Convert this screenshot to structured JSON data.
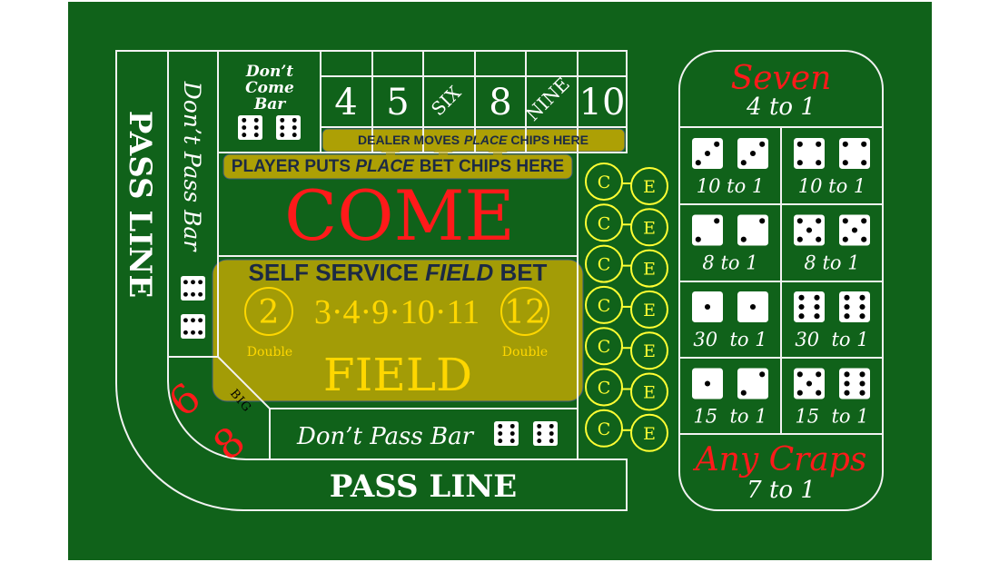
{
  "colors": {
    "felt": "#10621a",
    "line": "#f2f2f2",
    "yellow": "#ffff33",
    "red": "#ff1a1a",
    "overlay": "#d4b000",
    "overlay_text": "#1c2a44"
  },
  "pass_line_left": "PASS LINE",
  "pass_line_bottom": "PASS LINE",
  "dont_pass_bar_left": "Don’t Pass Bar",
  "dont_pass_bar_bottom": "Don’t Pass Bar",
  "dont_come_bar": [
    "Don’t",
    "Come",
    "Bar"
  ],
  "place_numbers": [
    "4",
    "5",
    "SIX",
    "8",
    "NINE",
    "10"
  ],
  "come": "COME",
  "field": {
    "numbers": "3·4·9·10·11",
    "left_circle": "2",
    "right_circle": "12",
    "left_note": "Double",
    "right_note": "Double",
    "label": "FIELD"
  },
  "big_six_eight": {
    "six": "6",
    "eight": "8",
    "big": "BIG"
  },
  "ce_circles": {
    "c": "C",
    "e": "E",
    "count": 7
  },
  "seven": {
    "label": "Seven",
    "odds": "4 to 1"
  },
  "any_craps": {
    "label": "Any Craps",
    "odds": "7 to 1"
  },
  "hardways": [
    {
      "dice": [
        3,
        3
      ],
      "odds": "10 to 1"
    },
    {
      "dice": [
        4,
        4
      ],
      "odds": "10 to 1"
    },
    {
      "dice": [
        2,
        2
      ],
      "odds": "8 to 1"
    },
    {
      "dice": [
        5,
        5
      ],
      "odds": "8 to 1"
    },
    {
      "dice": [
        1,
        1
      ],
      "odds": "30  to 1"
    },
    {
      "dice": [
        6,
        6
      ],
      "odds": "30  to 1"
    },
    {
      "dice": [
        1,
        2
      ],
      "odds": "15  to 1"
    },
    {
      "dice": [
        5,
        6
      ],
      "odds": "15  to 1"
    }
  ],
  "bar_dice": [
    6,
    6
  ],
  "overlays": {
    "dealer": {
      "line1": "DEALER MOVES",
      "line2_em": "PLACE",
      "line2_rest": " CHIPS HERE"
    },
    "player": {
      "line1_pre": "PLAYER PUTS ",
      "line1_em": "PLACE",
      "line2": "BET CHIPS HERE"
    },
    "field": {
      "pre": "SELF SERVICE ",
      "em": "FIELD",
      "post": " BET"
    }
  }
}
